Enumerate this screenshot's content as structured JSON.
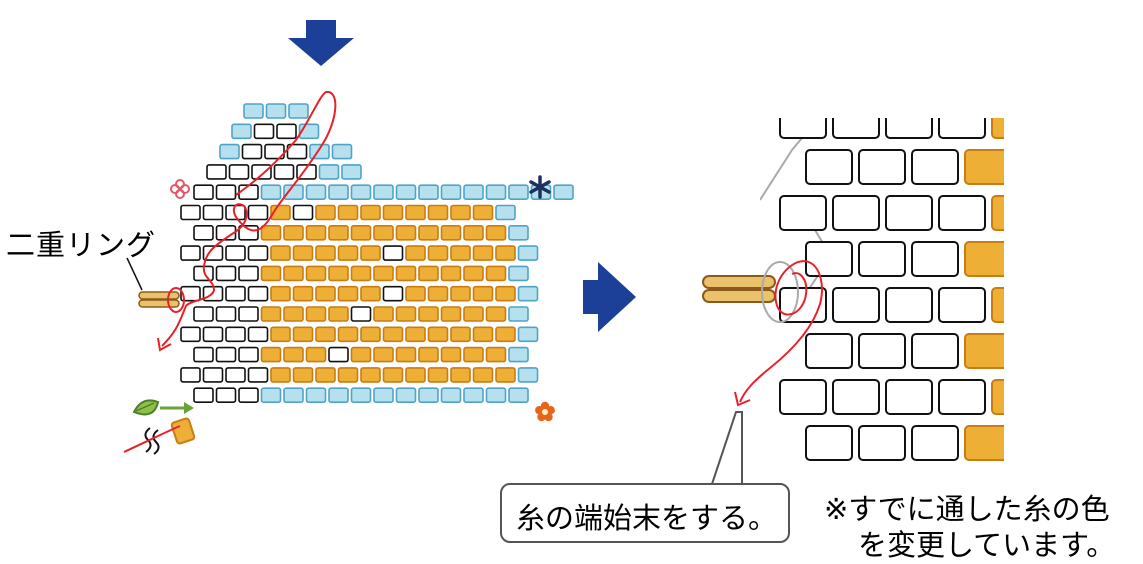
{
  "labels": {
    "ring": "二重リング",
    "callout": "糸の端始末をする。",
    "note_line1": "※すでに通した糸の色",
    "note_line2": "を変更しています。"
  },
  "colors": {
    "arrow_blue": "#1c3f98",
    "bead_blue": "#b6e0ee",
    "bead_blue_stroke": "#4fa3c7",
    "bead_orange": "#eeaf37",
    "bead_orange_stroke": "#c97c12",
    "bead_white": "#ffffff",
    "bead_white_stroke": "#111111",
    "thread_red": "#e8202a",
    "ring_tan": "#e9c26b",
    "ring_brown": "#8b5a1a",
    "flower_pink": "#e05a6a",
    "star_navy": "#1c3160",
    "flower_orange": "#e8641a",
    "leaf_green": "#6aa23a"
  },
  "icons": [
    "down-arrow-icon",
    "right-arrow-icon",
    "pink-flower-icon",
    "asterisk-icon",
    "orange-flower-icon",
    "leaf-icon",
    "needle-icon",
    "thread-icon"
  ],
  "diagram": {
    "left": {
      "rows": [
        "BBB",
        "BWWB",
        "BWWWBB",
        "WWWWWBB",
        "WWWBBBBBBBBBBBBBB",
        "WWWWOWOOOOOOOOB",
        "WWWOOOOOOOOOOOB",
        "WWWWOOOOOWOOOOOB",
        "WWWOOOOOOOOOOOB",
        "WWWWOOOOOWOOOOOB",
        "WWWOOOOWOOOOOOB",
        "WWWWOOOOOOOOOOOB",
        "WWWOOOWOOOOOOOB",
        "WWWWOOOOOOOOOOOB",
        "WWWBBBBBBBBBBBB"
      ]
    },
    "right": {
      "rows": [
        "WWWWO",
        "WWWO",
        "WWWWO",
        "WWWO",
        "WWWWO",
        "WWWO",
        "WWWWO",
        "WWWO",
        "WWWWO"
      ]
    }
  }
}
